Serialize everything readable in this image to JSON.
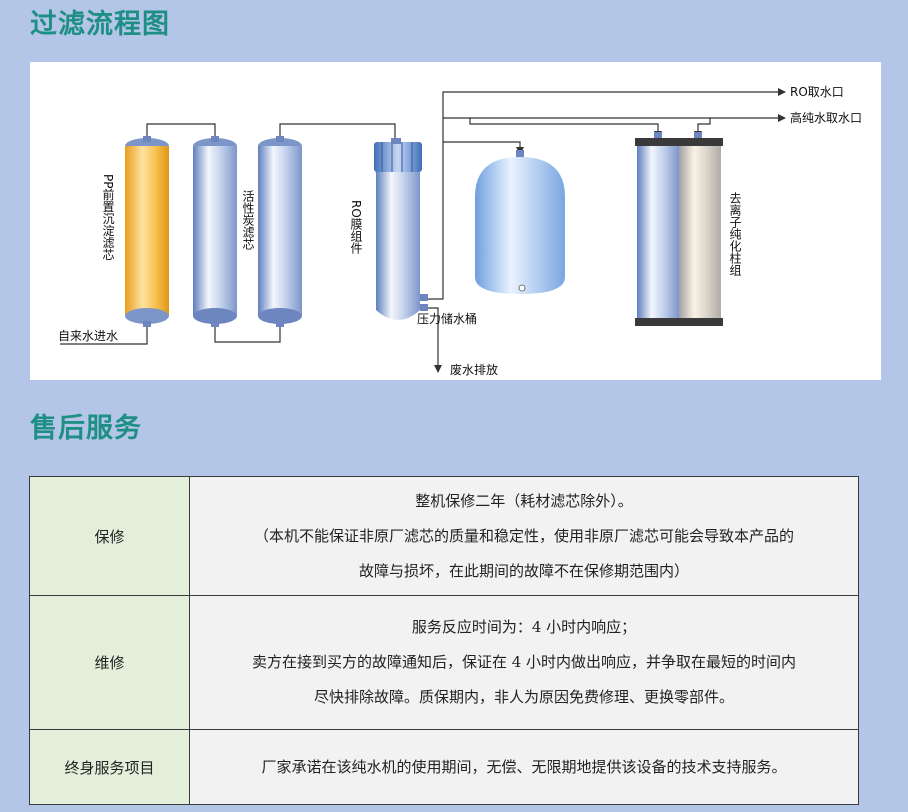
{
  "sections": {
    "flow_title": "过滤流程图",
    "service_title": "售后服务"
  },
  "diagram": {
    "labels": {
      "ro_outlet": "RO取水口",
      "pure_outlet": "高纯水取水口",
      "pp_filter": "PP前置沉淀滤芯",
      "carbon_filter": "活性炭滤芯",
      "ro_membrane": "RO膜组件",
      "pressure_tank": "压力储水桶",
      "deionizer": "去离子纯化柱组",
      "tap_inlet": "自来水进水",
      "waste_drain": "废水排放"
    },
    "colors": {
      "pp_filter": "#f5b833",
      "blue_housing": "#8fa8d6",
      "pipe": "#333333"
    }
  },
  "service": {
    "rows": [
      {
        "label": "保修",
        "lines": [
          "整机保修二年（耗材滤芯除外）。",
          "（本机不能保证非原厂滤芯的质量和稳定性，使用非原厂滤芯可能会导致本产品的",
          "故障与损坏，在此期间的故障不在保修期范围内）"
        ]
      },
      {
        "label": "维修",
        "lines": [
          "服务反应时间为：4 小时内响应；",
          "卖方在接到买方的故障通知后，保证在 4 小时内做出响应，并争取在最短的时间内",
          "尽快排除故障。质保期内，非人为原因免费修理、更换零部件。"
        ]
      },
      {
        "label": "终身服务项目",
        "lines": [
          "厂家承诺在该纯水机的使用期间，无偿、无限期地提供该设备的技术支持服务。"
        ]
      }
    ]
  }
}
